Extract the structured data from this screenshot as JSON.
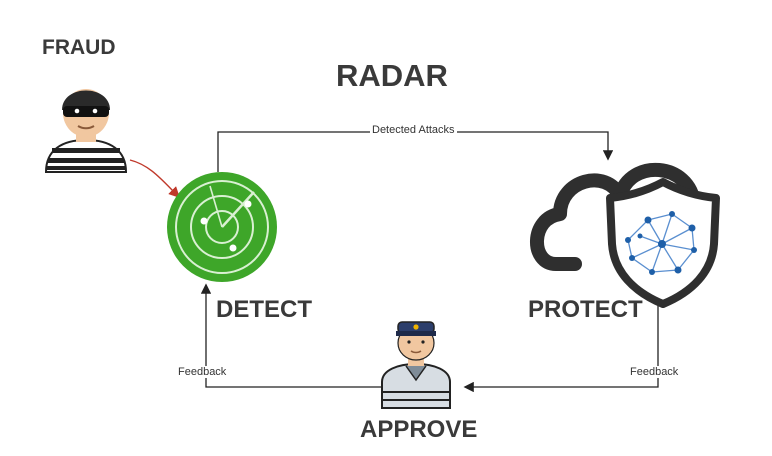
{
  "labels": {
    "fraud": "FRAUD",
    "radar": "RADAR",
    "detect": "DETECT",
    "protect": "PROTECT",
    "approve": "APPROVE"
  },
  "edges": {
    "detected_attacks": "Detected Attacks",
    "feedback_left": "Feedback",
    "feedback_right": "Feedback"
  },
  "icons": {
    "fraud": "thief-icon",
    "detect": "radar-icon",
    "protect": "cloud-shield-icon",
    "approve": "police-officer-icon"
  },
  "colors": {
    "text": "#3a3a3a",
    "radar_green": "#3ea629",
    "fraud_arrow": "#c0392b",
    "cloud": "#2f2f2f",
    "network": "#1e5fa8"
  }
}
